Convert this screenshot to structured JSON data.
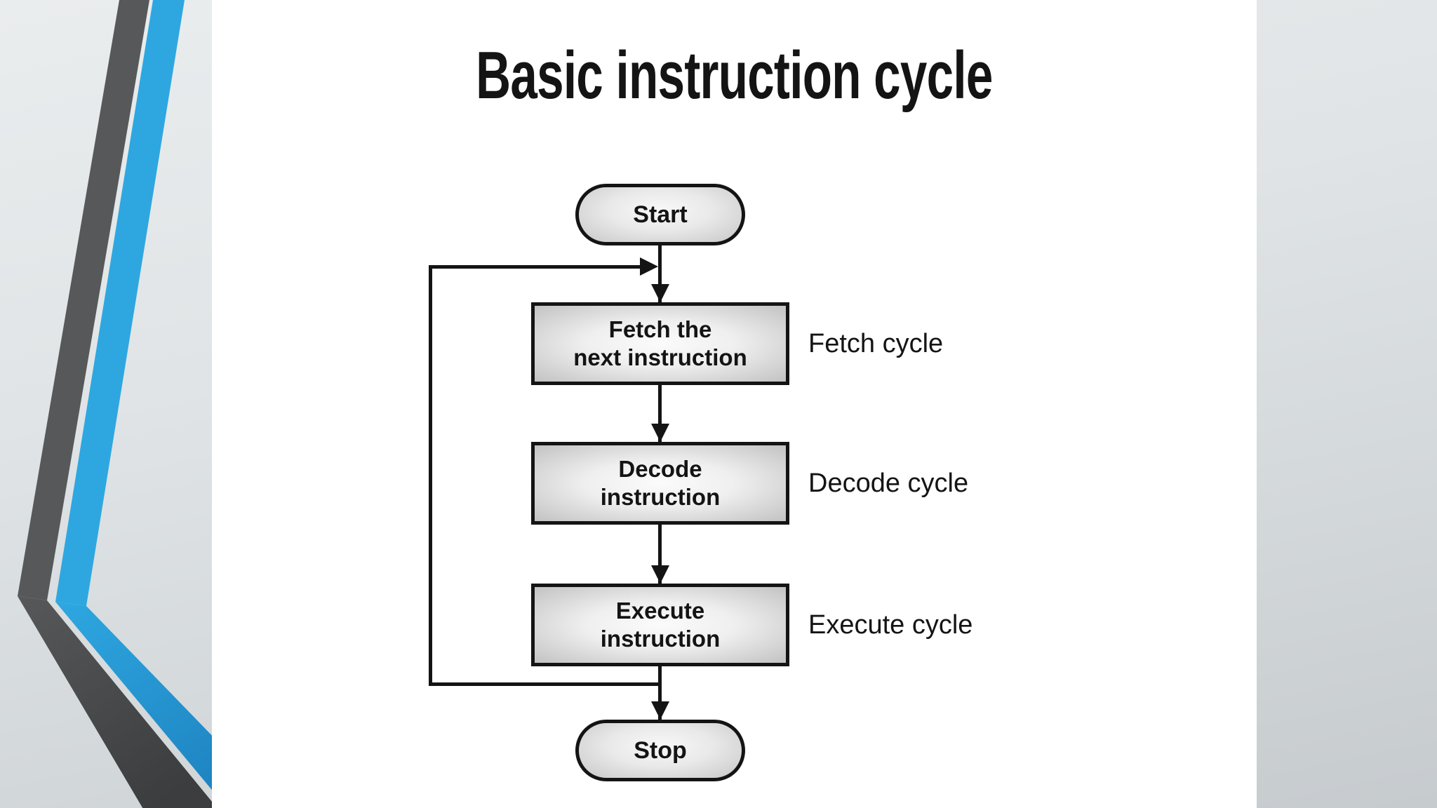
{
  "slide": {
    "title": "Basic instruction cycle"
  },
  "diagram": {
    "start_label": "Start",
    "stop_label": "Stop",
    "steps": [
      {
        "line1": "Fetch the",
        "line2": "next instruction",
        "cycle_label": "Fetch cycle"
      },
      {
        "line1": "Decode",
        "line2": "instruction",
        "cycle_label": "Decode cycle"
      },
      {
        "line1": "Execute",
        "line2": "instruction",
        "cycle_label": "Execute cycle"
      }
    ]
  },
  "colors": {
    "ink": "#141414",
    "panel": "#ffffff",
    "ribbon_gray": "#57585a",
    "ribbon_gray_dark": "#3b3d3f",
    "ribbon_blue": "#2ea7e0",
    "ribbon_blue_dark": "#1d82c0"
  }
}
